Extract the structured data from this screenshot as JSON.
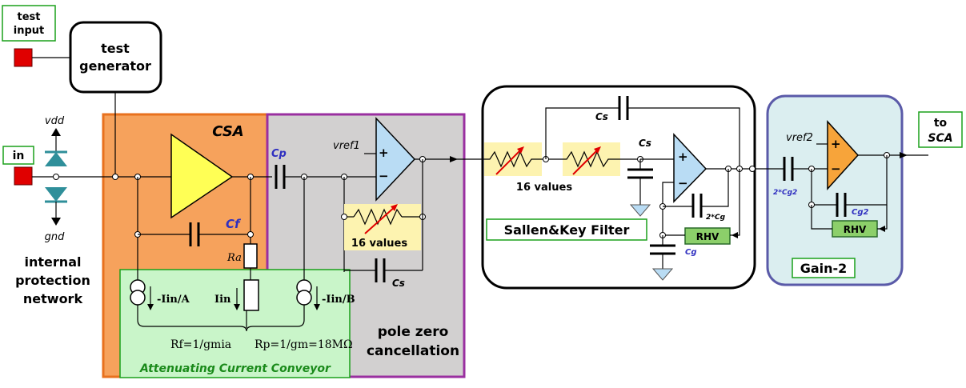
{
  "labels": {
    "test_input": [
      "test",
      "input"
    ],
    "test_generator": [
      "test",
      "generator"
    ],
    "in": "in",
    "vdd": "vdd",
    "gnd": "gnd",
    "protection": [
      "internal",
      "protection",
      "network"
    ],
    "csa": "CSA",
    "cf": "Cf",
    "ra": "Ra",
    "cp": "Cp",
    "vref1": "vref1",
    "plus": "+",
    "minus": "−",
    "values16_a": "16 values",
    "values16_b": "16 values",
    "cs_pz": "Cs",
    "i_a": "-Iin/A",
    "i_in": "Iin",
    "i_b": "-Iin/B",
    "rf": "Rf=1/gmia",
    "rp": "Rp=1/gm=18MΩ",
    "acc": "Attenuating Current Conveyor",
    "pz": [
      "pole zero",
      "cancellation"
    ],
    "sk_cs_top": "Cs",
    "sk_cs_mid": "Cs",
    "sk_title": "Sallen&Key Filter",
    "two_cg": "2*Cg",
    "cg": "Cg",
    "rhv_sk": "RHV",
    "vref2": "vref2",
    "two_cg2": "2*Cg2",
    "cg2": "Cg2",
    "rhv_g": "RHV",
    "gain": "Gain-2",
    "to_sca": [
      "to",
      "SCA"
    ]
  },
  "colors": {
    "csa_block": "#f6a25c",
    "csa_border": "#e8711e",
    "pz_block": "#d2d0d0",
    "pz_border": "#9a2fa0",
    "acc_block": "#c9f5c9",
    "acc_border": "#1aa01a",
    "csa_amp": "#ffff55",
    "pz_amp": "#b9dcf4",
    "gain_amp": "#f7a43a",
    "gain_block": "#dbeef0",
    "gain_border": "#5a5aa8",
    "res_highlight": "#fdf3b0",
    "rhv": "#8ccf6a",
    "diode": "#2f8f9a",
    "red": "#e00000",
    "acc_text": "#1a8a1a",
    "blue_text": "#3030c0"
  }
}
